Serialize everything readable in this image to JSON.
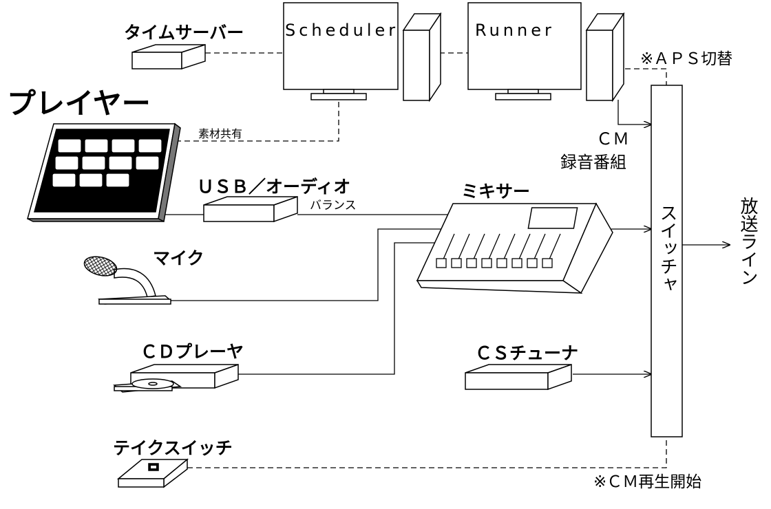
{
  "labels": {
    "time_server": "タイムサーバー",
    "scheduler": "Scheduler",
    "runner": "Runner",
    "aps_switch": "※ＡＰＳ切替",
    "player": "プレイヤー",
    "material_share": "素材共有",
    "cm": "ＣＭ",
    "recorded_program": "録音番組",
    "usb_audio": "ＵＳＢ／オーディオ",
    "balance": "バランス",
    "mixer": "ミキサー",
    "switcher": "スイッチャ",
    "broadcast_line": "放送ライン",
    "mic": "マイク",
    "cd_player": "ＣＤプレーヤ",
    "cs_tuner": "ＣＳチューナ",
    "take_switch": "テイクスイッチ",
    "cm_playback_start": "※ＣＭ再生開始"
  }
}
